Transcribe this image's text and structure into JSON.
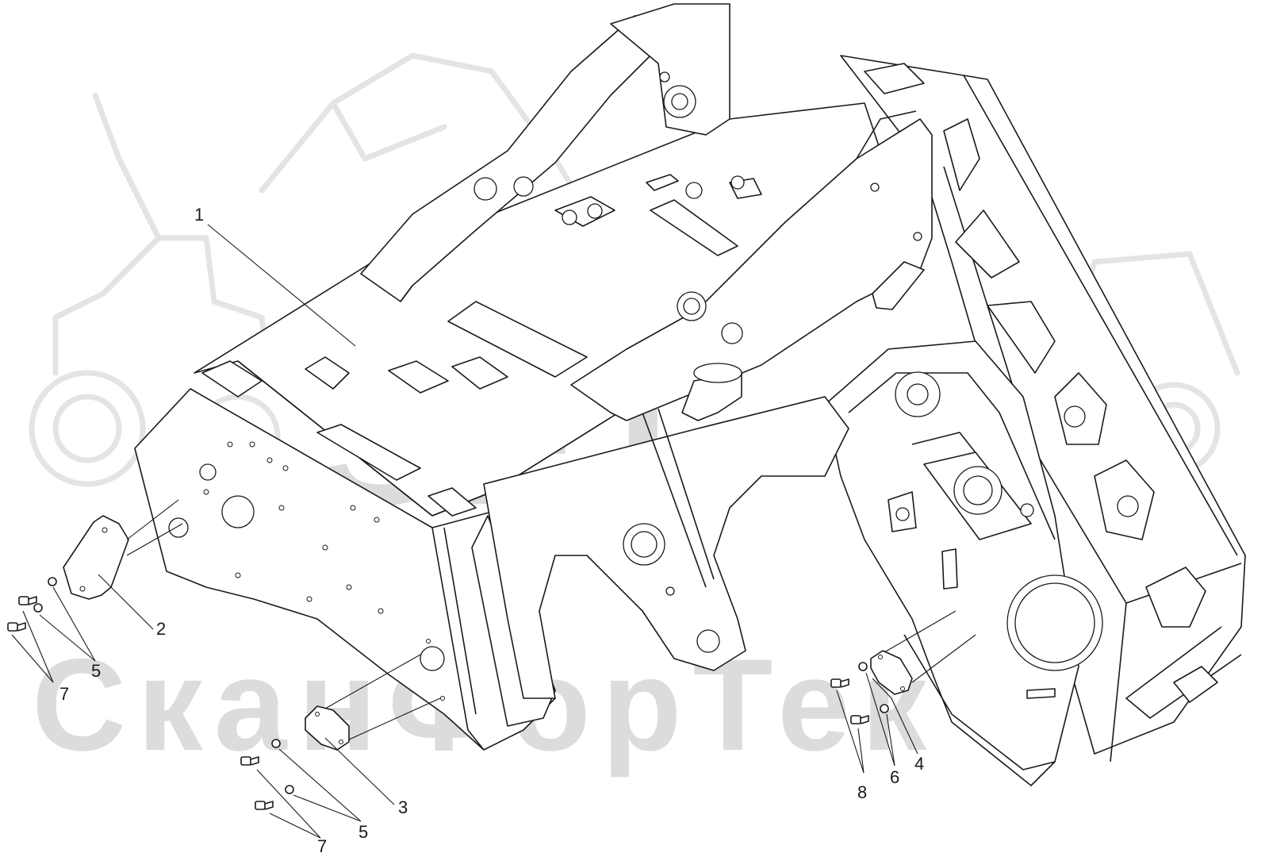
{
  "watermark": {
    "logo_text": "SFT",
    "brand_text": "СканФорТек",
    "color": "#dcdcdc"
  },
  "callouts": [
    {
      "id": "1",
      "label": "1"
    },
    {
      "id": "2",
      "label": "2"
    },
    {
      "id": "3",
      "label": "3"
    },
    {
      "id": "4",
      "label": "4"
    },
    {
      "id": "5a",
      "label": "5"
    },
    {
      "id": "5b",
      "label": "5"
    },
    {
      "id": "6",
      "label": "6"
    },
    {
      "id": "7a",
      "label": "7"
    },
    {
      "id": "7b",
      "label": "7"
    },
    {
      "id": "8",
      "label": "8"
    }
  ],
  "colors": {
    "line": "#1a1a1a",
    "background": "#ffffff",
    "watermark": "#dcdcdc"
  }
}
